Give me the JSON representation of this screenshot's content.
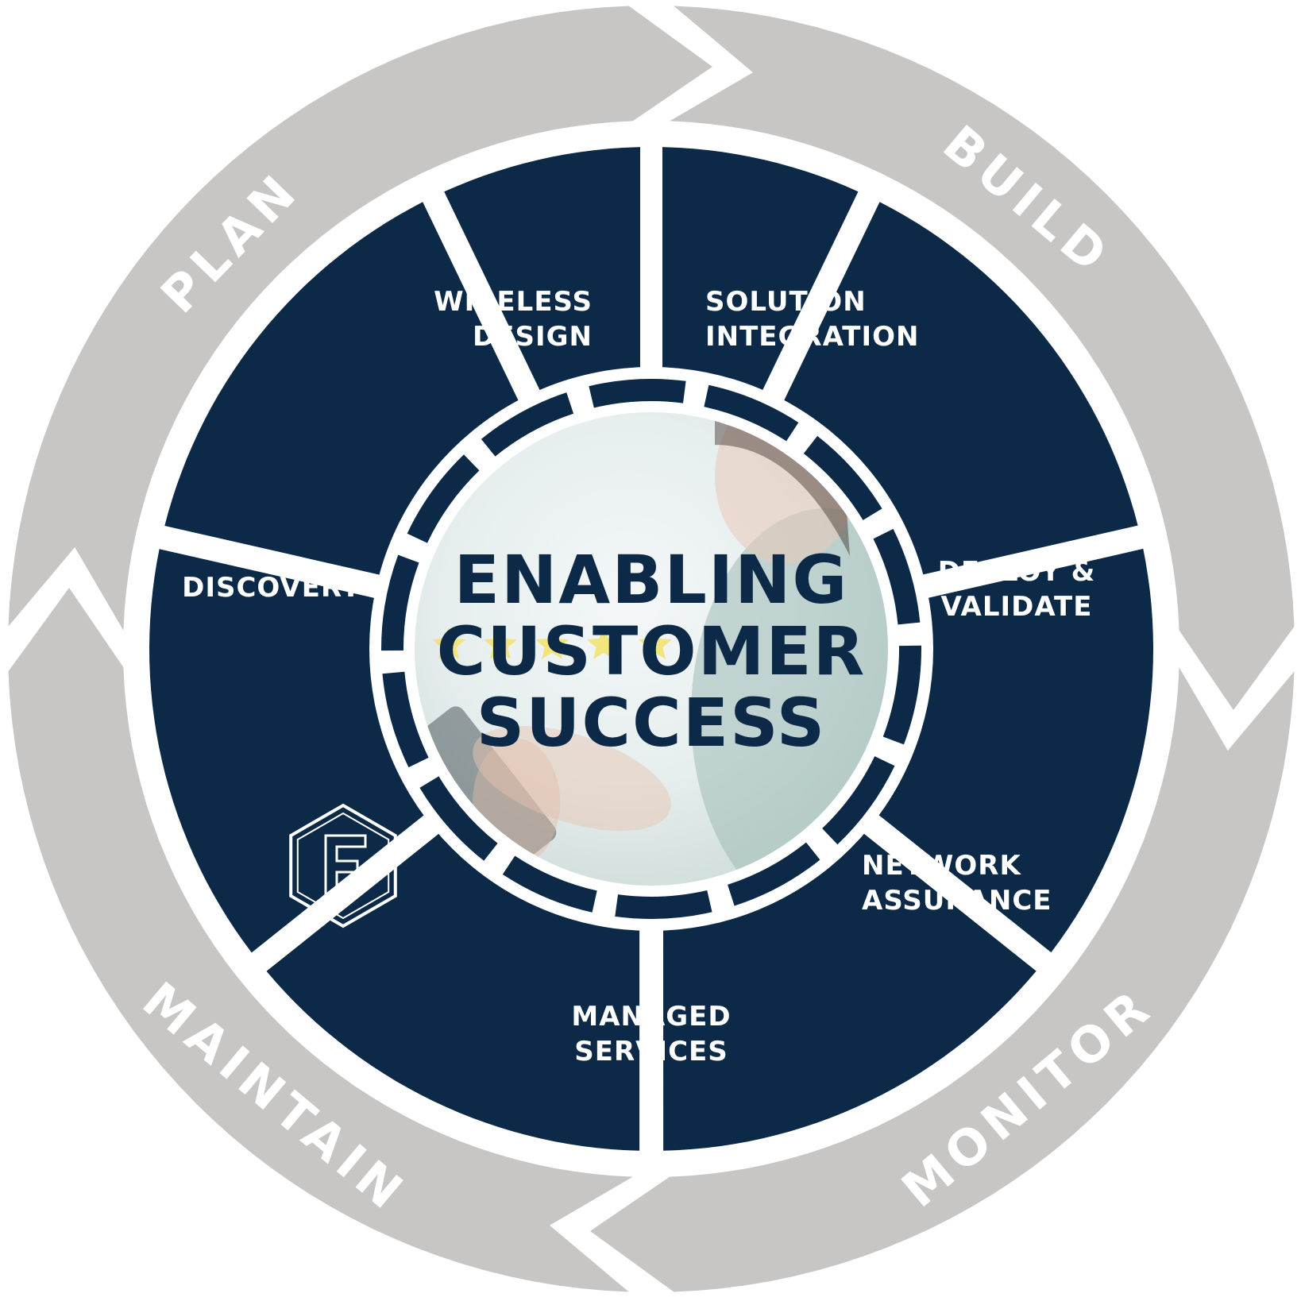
{
  "colors": {
    "ring": "#c8c6c5",
    "segment": "#0c2a48",
    "center_text": "#0c2a48",
    "white": "#ffffff",
    "stars": "#f2e06a"
  },
  "outer_ring": [
    "PLAN",
    "BUILD",
    "MONITOR",
    "MAINTAIN"
  ],
  "segments": [
    {
      "id": "wireless-design",
      "lines": [
        "WIRELESS",
        "DESIGN"
      ]
    },
    {
      "id": "solution-integration",
      "lines": [
        "SOLUTION",
        "INTEGRATION"
      ]
    },
    {
      "id": "deploy-validate",
      "lines": [
        "DEPLOY &",
        "VALIDATE"
      ]
    },
    {
      "id": "network-assurance",
      "lines": [
        "NETWORK",
        "ASSURANCE"
      ]
    },
    {
      "id": "managed-services",
      "lines": [
        "MANAGED",
        "SERVICES"
      ]
    },
    {
      "id": "logo",
      "lines": []
    },
    {
      "id": "discovery",
      "lines": [
        "DISCOVERY"
      ]
    }
  ],
  "center": {
    "lines": [
      "ENABLING",
      "CUSTOMER",
      "SUCCESS"
    ]
  },
  "logo": {
    "icon": "hexagon-f-logo-icon",
    "letter": "F"
  },
  "stars_icon": "rating-stars-icon"
}
